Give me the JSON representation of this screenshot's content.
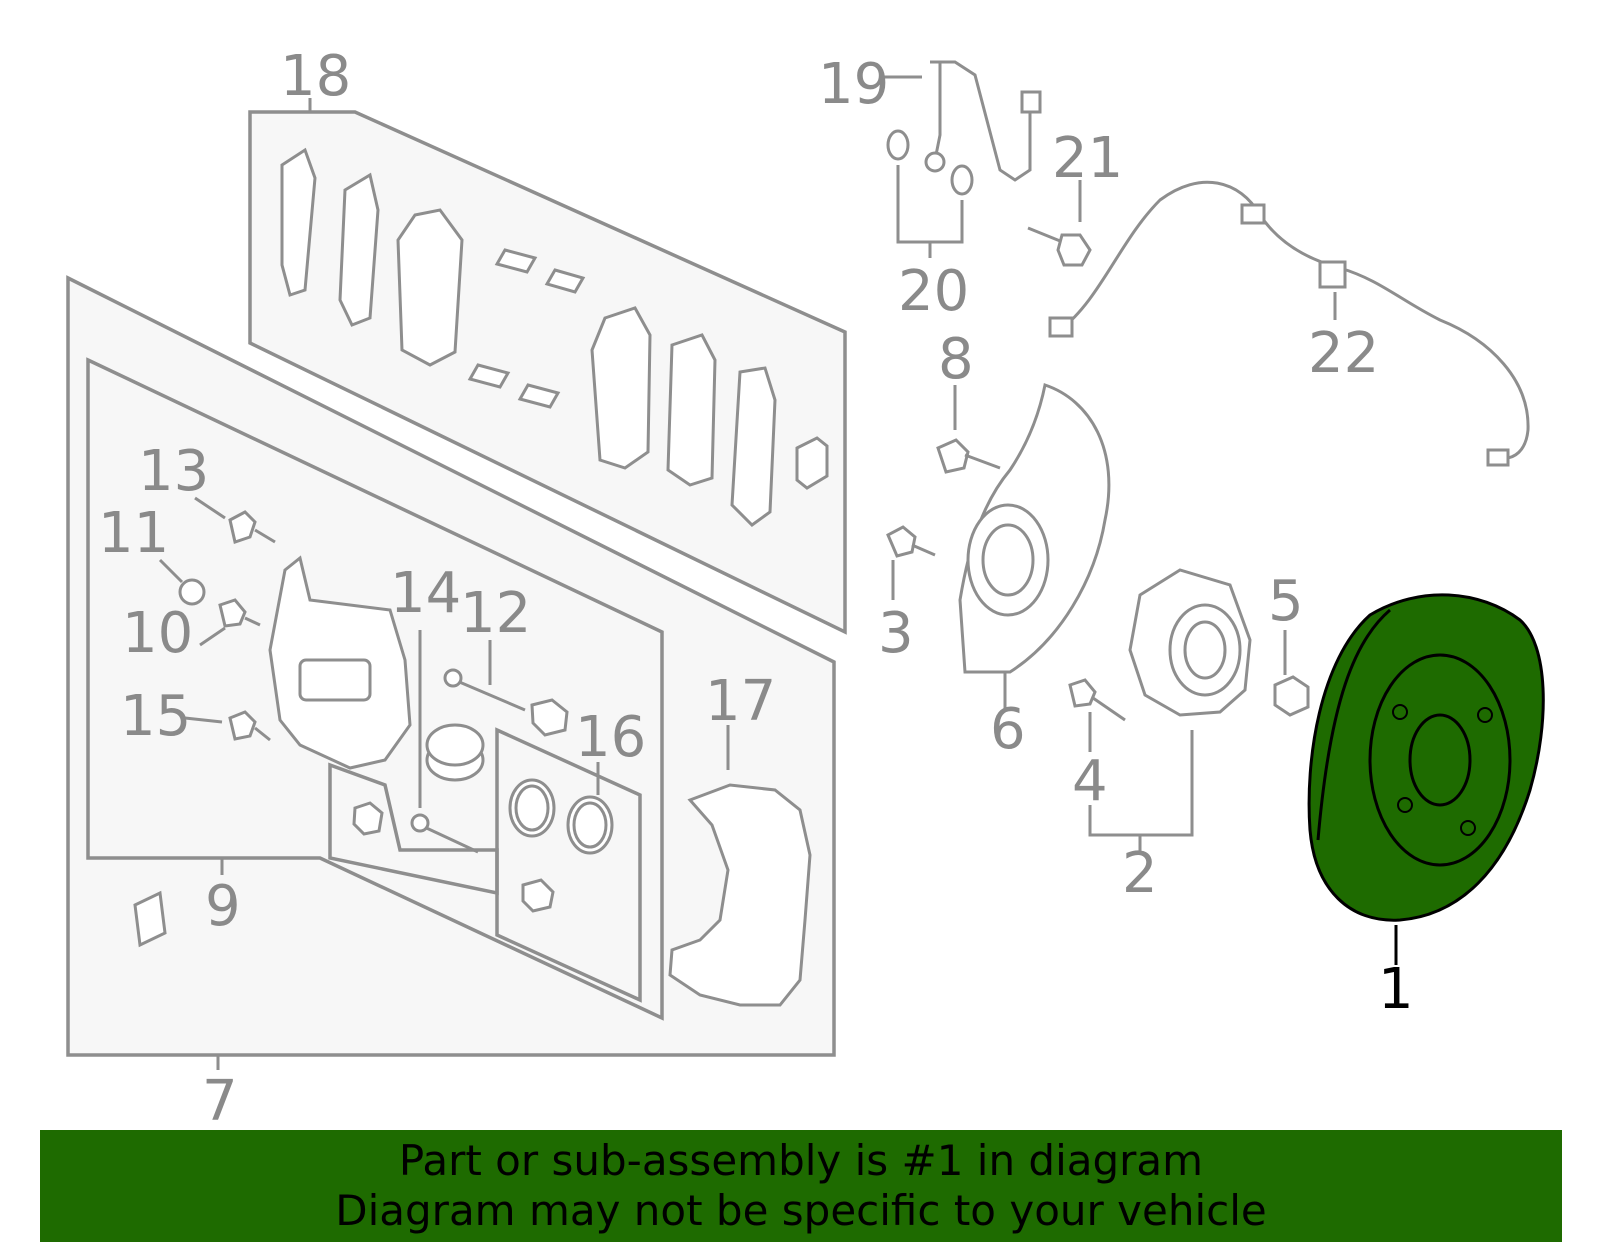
{
  "colors": {
    "highlight_fill": "#1e6b00",
    "line_gray": "#8e8e8e",
    "banner_bg": "#1e6b00"
  },
  "callouts": {
    "c1": "1",
    "c2": "2",
    "c3": "3",
    "c4": "4",
    "c5": "5",
    "c6": "6",
    "c7": "7",
    "c8": "8",
    "c9": "9",
    "c10": "10",
    "c11": "11",
    "c12": "12",
    "c13": "13",
    "c14": "14",
    "c15": "15",
    "c16": "16",
    "c17": "17",
    "c18": "18",
    "c19": "19",
    "c20": "20",
    "c21": "21",
    "c22": "22"
  },
  "banner": {
    "line1": "Part or sub-assembly is #1 in diagram",
    "line2": "Diagram may not be specific to your vehicle"
  }
}
